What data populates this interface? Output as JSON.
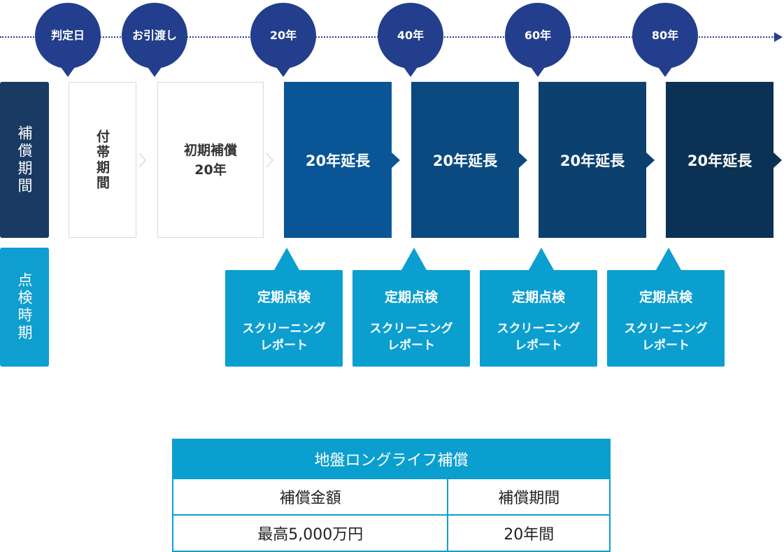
{
  "timeline": {
    "markers": [
      "判定日",
      "お引渡し",
      "20年",
      "40年",
      "60年",
      "80年"
    ]
  },
  "side_labels": {
    "period": "補償期間",
    "inspection": "点検時期"
  },
  "periods": {
    "attached": "付帯期間",
    "initial_line1": "初期補償",
    "initial_line2": "20年",
    "extensions": [
      "20年延長",
      "20年延長",
      "20年延長",
      "20年延長"
    ]
  },
  "colors": {
    "extension_boxes": [
      "#0a5595",
      "#0b4a80",
      "#0c406f",
      "#0b3254"
    ],
    "marker": "#233e8c",
    "inspection": "#0b9fcf",
    "period_label": "#193a63"
  },
  "inspections": [
    {
      "title": "定期点検",
      "line1": "スクリーニング",
      "line2": "レポート"
    },
    {
      "title": "定期点検",
      "line1": "スクリーニング",
      "line2": "レポート"
    },
    {
      "title": "定期点検",
      "line1": "スクリーニング",
      "line2": "レポート"
    },
    {
      "title": "定期点検",
      "line1": "スクリーニング",
      "line2": "レポート"
    }
  ],
  "summary_table": {
    "title": "地盤ロングライフ補償",
    "headers": [
      "補償金額",
      "補償期間"
    ],
    "row": [
      "最高5,000万円",
      "20年間"
    ]
  }
}
